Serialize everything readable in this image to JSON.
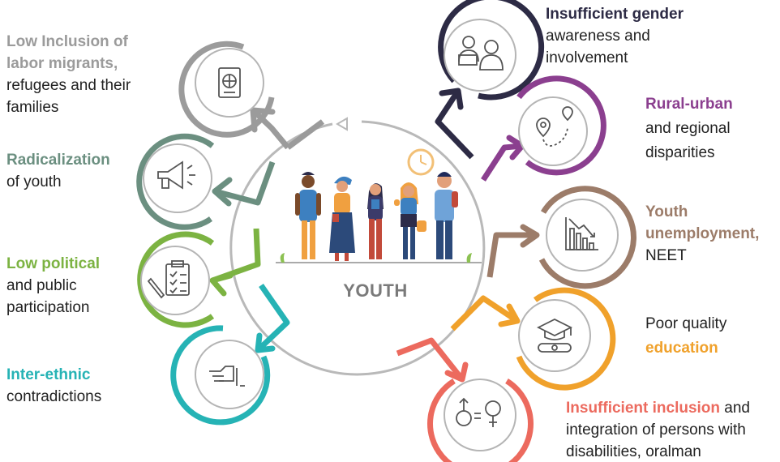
{
  "center": {
    "title": "YOUTH"
  },
  "issues": [
    {
      "id": "migrants",
      "color": "#9b9b9b",
      "icon": "passport-globe-icon",
      "bold": "Low Inclusion of labor migrants,",
      "rest": "refugees and their families"
    },
    {
      "id": "radical",
      "color": "#6b8f80",
      "icon": "megaphone-icon",
      "bold": "Radicalization",
      "rest": "of youth"
    },
    {
      "id": "political",
      "color": "#7cb342",
      "icon": "clipboard-checklist-icon",
      "bold": "Low political",
      "rest": "and public participation"
    },
    {
      "id": "ethnic",
      "color": "#26b3b5",
      "icon": "pointing-hand-icon",
      "bold": "Inter-ethnic",
      "rest": "contradictions"
    },
    {
      "id": "gender",
      "color": "#2d2b45",
      "icon": "people-meeting-icon",
      "bold": "Insufficient gender",
      "rest": "awareness and involvement"
    },
    {
      "id": "rural",
      "color": "#8b3f8f",
      "icon": "map-route-pins-icon",
      "bold": "Rural-urban",
      "rest": "and regional disparities"
    },
    {
      "id": "unemployment",
      "color": "#9c7c69",
      "icon": "declining-bar-chart-icon",
      "bold": "Youth unemployment,",
      "rest": "NEET"
    },
    {
      "id": "education",
      "color": "#f0a12b",
      "icon": "graduation-cap-diploma-icon",
      "pre": "Poor quality",
      "bold": "education"
    },
    {
      "id": "inclusion",
      "color": "#ec6a5e",
      "icon": "gender-equality-icon",
      "bold": "Insufficient inclusion",
      "rest": "and integration of persons with disabilities, oralman"
    }
  ]
}
